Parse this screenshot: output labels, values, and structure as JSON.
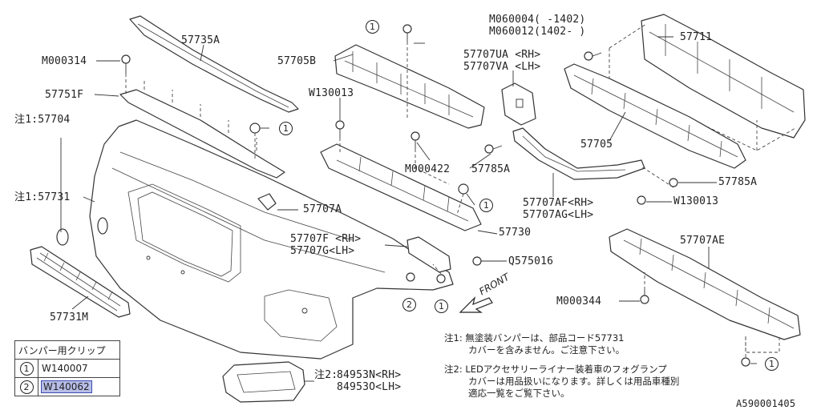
{
  "labels": {
    "p57735A": "57735A",
    "pM000314": "M000314",
    "p57751F": "57751F",
    "p57704": "注1:57704",
    "p57731": "注1:57731",
    "p57731M": "57731M",
    "p57705B": "57705B",
    "pW130013a": "W130013",
    "pM000422": "M000422",
    "p57785Aa": "57785A",
    "p57707UA": "57707UA <RH>",
    "p57707VA": "57707VA <LH>",
    "pM060004": "M060004(  -1402)",
    "pM060012": "M060012(1402-  )",
    "p57711": "57711",
    "p57705": "57705",
    "p57785Ab": "57785A",
    "pW130013b": "W130013",
    "p57707AF": "57707AF<RH>",
    "p57707AG": "57707AG<LH>",
    "p57707A": "57707A",
    "p57730": "57730",
    "p57707F": "57707F <RH>",
    "p57707G": "57707G<LH>",
    "pQ575016": "Q575016",
    "p57707AE": "57707AE",
    "pM000344": "M000344",
    "p84953N": "84953N<RH>",
    "p84953O": "84953O<LH>",
    "note2mark": "注2:",
    "front": "FRONT",
    "diagram_code": "A590001405"
  },
  "clip_refs": {
    "one": "1",
    "two": "2"
  },
  "notes": {
    "n1_line1": "注1: 無塗装バンパーは、部品コード57731",
    "n1_line2": "カバーを含みません。ご注意下さい。",
    "n2_line1": "注2: LEDアクセサリーライナー装着車のフォグランプ",
    "n2_line2": "カバーは用品扱いになります。詳しくは用品車種別",
    "n2_line3": "適応一覧をご覧下さい。"
  },
  "legend": {
    "header": "バンパー用クリップ",
    "rows": [
      {
        "num": "1",
        "code": "W140007",
        "selected": false
      },
      {
        "num": "2",
        "code": "W140062",
        "selected": true
      }
    ]
  },
  "colors": {
    "highlight": "#b7bde6",
    "line": "#333333"
  }
}
